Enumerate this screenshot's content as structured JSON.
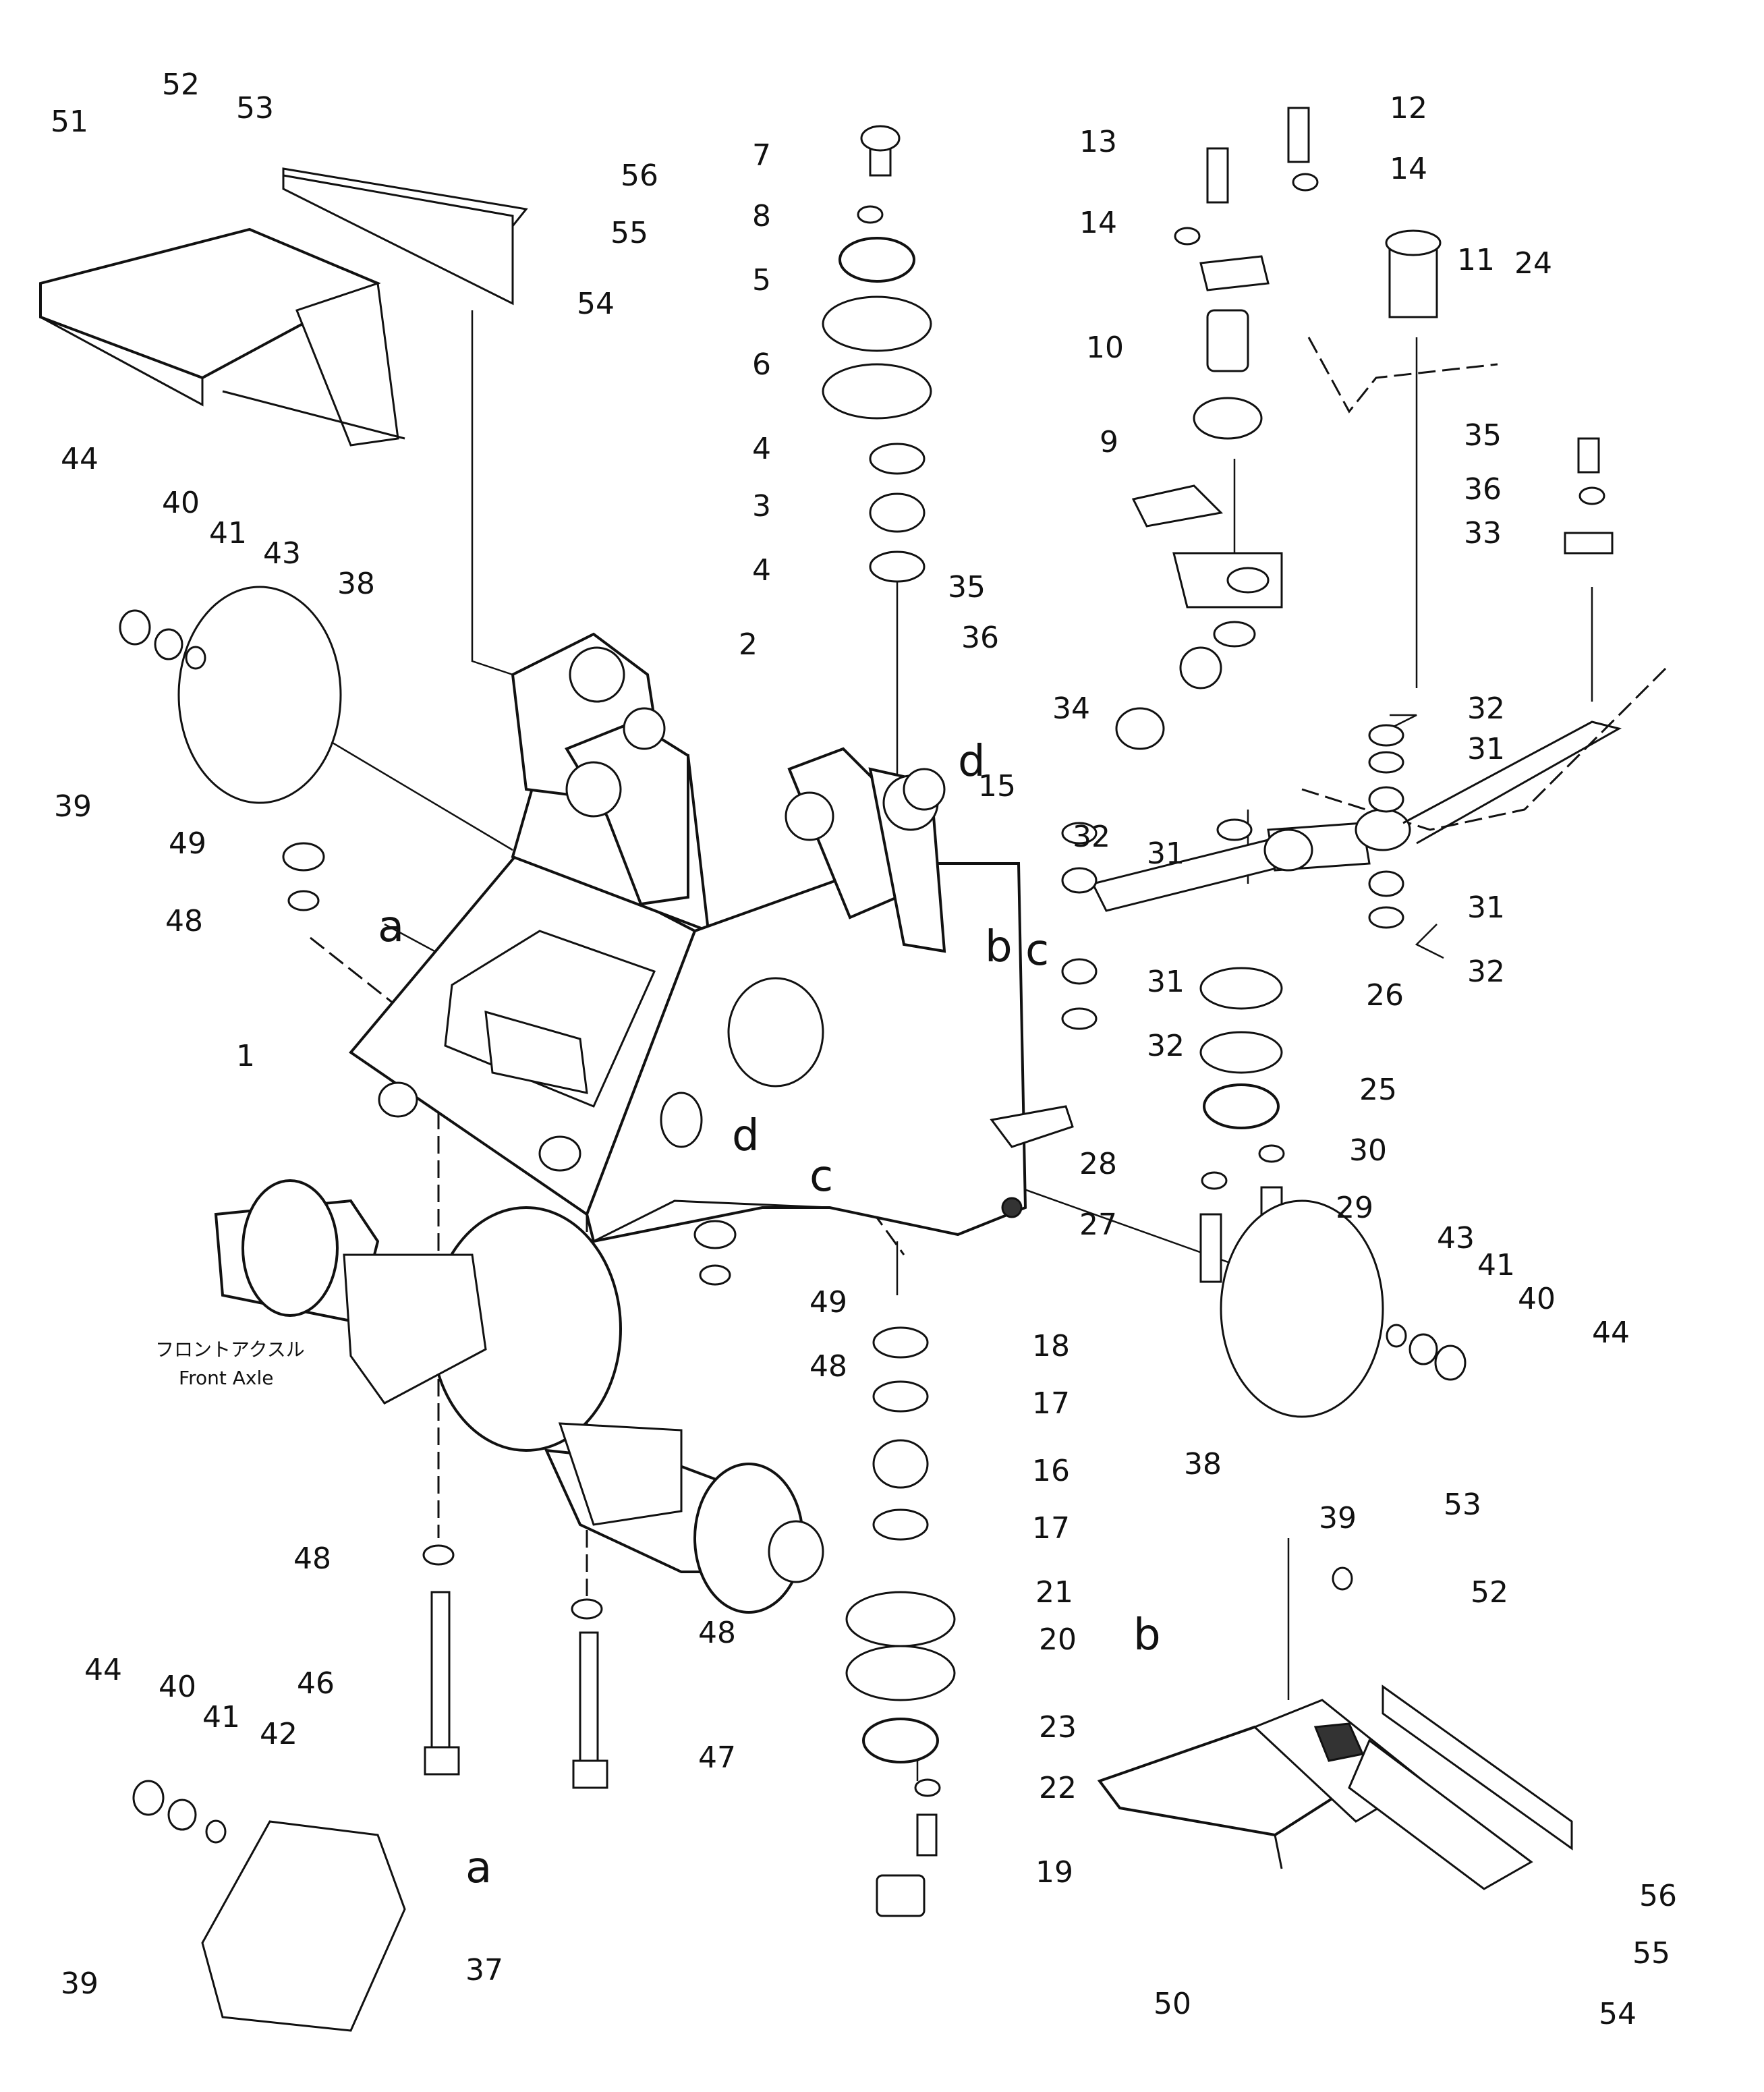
{
  "diagram": {
    "part_labels": [
      "1",
      "2",
      "3",
      "4",
      "4",
      "5",
      "6",
      "7",
      "8",
      "9",
      "10",
      "11",
      "12",
      "13",
      "14",
      "14",
      "15",
      "16",
      "17",
      "17",
      "18",
      "19",
      "20",
      "21",
      "22",
      "23",
      "24",
      "25",
      "26",
      "27",
      "28",
      "29",
      "30",
      "31",
      "31",
      "31",
      "31",
      "32",
      "32",
      "32",
      "32",
      "33",
      "34",
      "35",
      "35",
      "36",
      "36",
      "37",
      "38",
      "38",
      "39",
      "39",
      "39",
      "40",
      "40",
      "40",
      "41",
      "41",
      "41",
      "42",
      "43",
      "43",
      "44",
      "44",
      "44",
      "46",
      "47",
      "48",
      "48",
      "48",
      "48",
      "49",
      "49",
      "50",
      "51",
      "52",
      "52",
      "53",
      "53",
      "54",
      "54",
      "55",
      "55",
      "56",
      "56"
    ],
    "reference_labels": [
      "a",
      "a",
      "b",
      "b",
      "c",
      "c",
      "d",
      "d"
    ],
    "captions": {
      "front_axle_jp": "フロントアクスル",
      "front_axle_en": "Front Axle"
    },
    "colors": {
      "ink": "#111111",
      "paper": "#ffffff"
    }
  }
}
